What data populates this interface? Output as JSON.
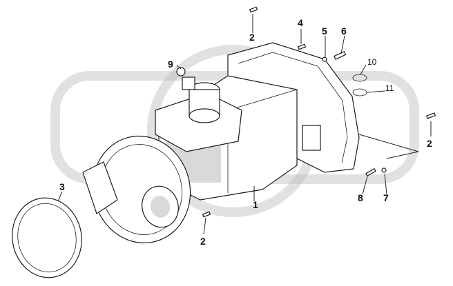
{
  "callouts": {
    "c1": "1",
    "c2a": "2",
    "c2b": "2",
    "c2c": "2",
    "c3": "3",
    "c4": "4",
    "c5": "5",
    "c6": "6",
    "c7": "7",
    "c8": "8",
    "c9": "9",
    "c10": "10",
    "c11": "11"
  },
  "colors": {
    "ink": "#1a1a1a",
    "watermark": "#bdbdbd",
    "background": "#ffffff"
  },
  "icons": {
    "watermark": "gear-logo-watermark"
  }
}
